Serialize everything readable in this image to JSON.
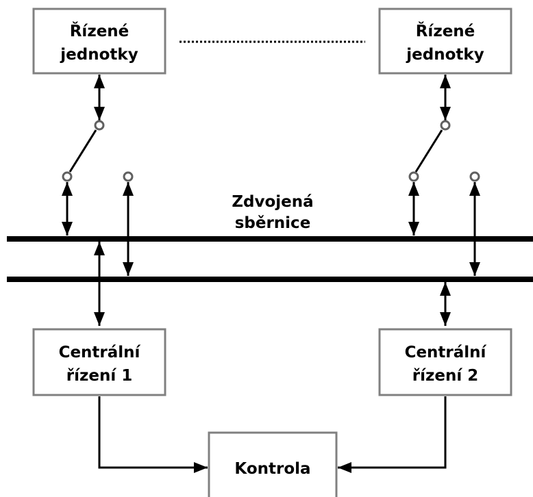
{
  "diagram": {
    "units": {
      "top_left": {
        "line1": "Řízené",
        "line2": "jednotky"
      },
      "top_right": {
        "line1": "Řízené",
        "line2": "jednotky"
      }
    },
    "bus_label": {
      "line1": "Zdvojená",
      "line2": "sběrnice"
    },
    "central_1": {
      "line1": "Centrální",
      "line2": "řízení 1"
    },
    "central_2": {
      "line1": "Centrální",
      "line2": "řízení 2"
    },
    "control": {
      "label": "Kontrola"
    },
    "colors": {
      "line": "#000000",
      "box_border": "#808080",
      "switch_node": "#606060",
      "background": "#ffffff"
    }
  }
}
